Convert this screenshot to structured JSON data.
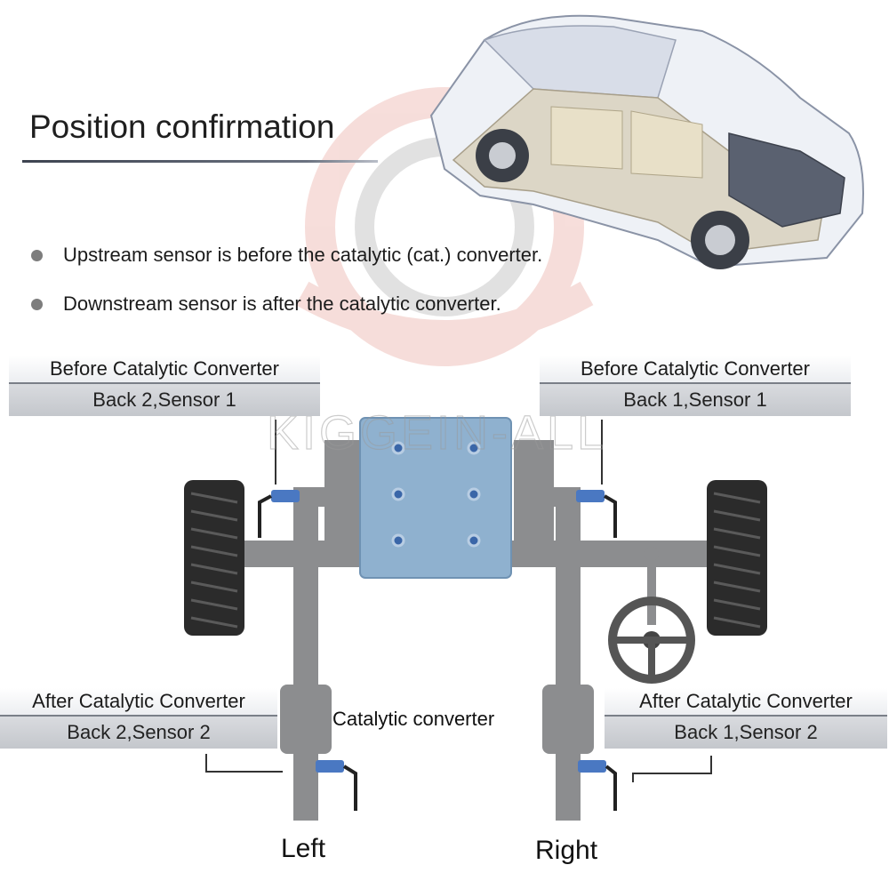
{
  "header": {
    "title": "Position confirmation"
  },
  "bullets": [
    "Upstream sensor is before the catalytic (cat.) converter.",
    "Downstream sensor is after the catalytic converter."
  ],
  "labels": {
    "top_left": {
      "heading": "Before Catalytic Converter",
      "detail": "Back 2,Sensor 1"
    },
    "top_right": {
      "heading": "Before Catalytic Converter",
      "detail": "Back 1,Sensor 1"
    },
    "bottom_left": {
      "heading": "After Catalytic Converter",
      "detail": "Back 2,Sensor 2"
    },
    "bottom_right": {
      "heading": "After Catalytic Converter",
      "detail": "Back 1,Sensor 2"
    }
  },
  "diagram": {
    "catalytic_label": "Catalytic converter",
    "left_label": "Left",
    "right_label": "Right"
  },
  "colors": {
    "pipe": "#8c8d8f",
    "engine": "#8fb1cf",
    "tire": "#2b2b2b",
    "sensor": "#4a78c2",
    "watermark": "#d96a5a"
  },
  "icons": {
    "car": "car-cutaway-icon",
    "steering": "steering-wheel-icon",
    "watermark": "brand-watermark"
  }
}
